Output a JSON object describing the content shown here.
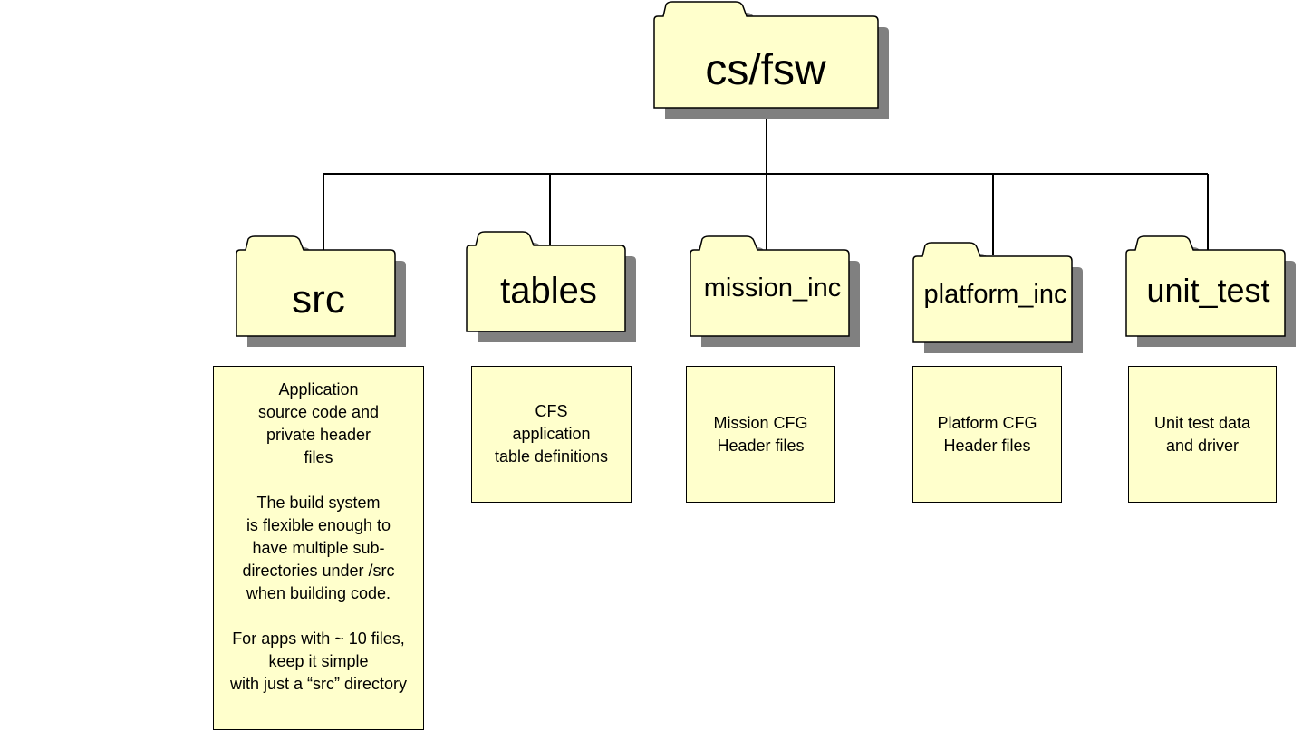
{
  "root": {
    "label": "cs/fsw"
  },
  "folders": [
    {
      "name": "src",
      "desc": "Application\nsource code and\nprivate header\nfiles\n\nThe build system\nis flexible enough to\nhave multiple sub-\ndirectories under /src\nwhen building code.\n\nFor apps with ~ 10 files,\nkeep it simple\nwith just a “src” directory"
    },
    {
      "name": "tables",
      "desc": "CFS\napplication\ntable definitions"
    },
    {
      "name": "mission_inc",
      "desc": "Mission CFG\nHeader files"
    },
    {
      "name": "platform_inc",
      "desc": "Platform CFG\nHeader files"
    },
    {
      "name": "unit_test",
      "desc": "Unit test data\nand driver"
    }
  ],
  "colors": {
    "folder_fill": "#ffffcc",
    "shadow": "#808080",
    "outline": "#000000"
  },
  "icons": {
    "folder": "folder-icon"
  }
}
